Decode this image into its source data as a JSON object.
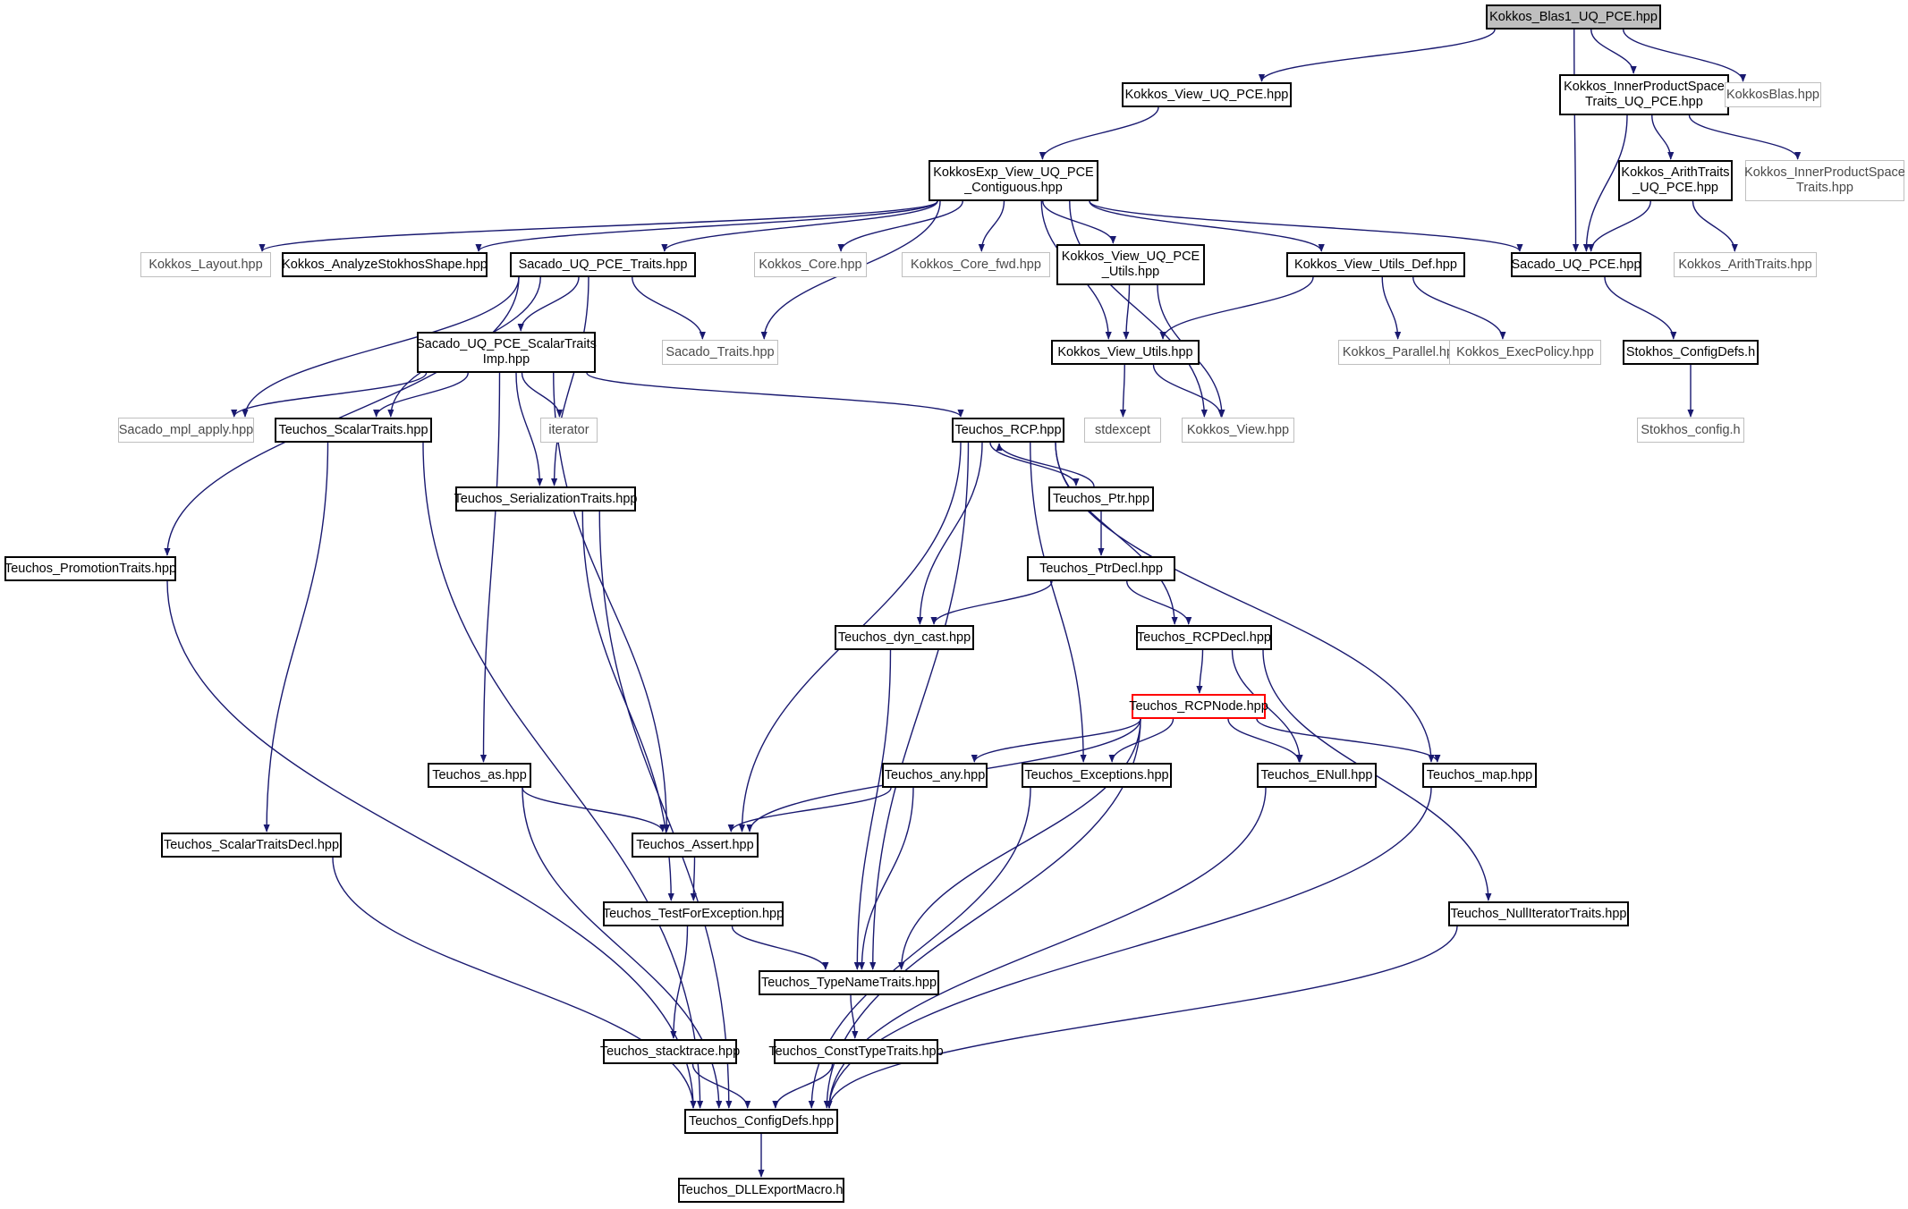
{
  "graph": {
    "edge_color": "#191970",
    "nodes": [
      {
        "id": "root",
        "label": "Kokkos_Blas1_UQ_PCE.hpp",
        "style": "root"
      },
      {
        "id": "view_uq",
        "label": "Kokkos_View_UQ_PCE.hpp",
        "style": "normal"
      },
      {
        "id": "ips_uq",
        "label": "Kokkos_InnerProductSpace\nTraits_UQ_PCE.hpp",
        "style": "normal"
      },
      {
        "id": "kblas",
        "label": "KokkosBlas.hpp",
        "style": "gray"
      },
      {
        "id": "exp_view",
        "label": "KokkosExp_View_UQ_PCE\n_Contiguous.hpp",
        "style": "normal"
      },
      {
        "id": "arith_uq",
        "label": "Kokkos_ArithTraits\n_UQ_PCE.hpp",
        "style": "normal"
      },
      {
        "id": "ips",
        "label": "Kokkos_InnerProductSpace\nTraits.hpp",
        "style": "gray"
      },
      {
        "id": "layout",
        "label": "Kokkos_Layout.hpp",
        "style": "gray"
      },
      {
        "id": "analyze",
        "label": "Kokkos_AnalyzeStokhosShape.hpp",
        "style": "normal"
      },
      {
        "id": "sac_traits",
        "label": "Sacado_UQ_PCE_Traits.hpp",
        "style": "normal"
      },
      {
        "id": "kcore",
        "label": "Kokkos_Core.hpp",
        "style": "gray"
      },
      {
        "id": "kcore_fwd",
        "label": "Kokkos_Core_fwd.hpp",
        "style": "gray"
      },
      {
        "id": "view_uq_utils",
        "label": "Kokkos_View_UQ_PCE\n_Utils.hpp",
        "style": "normal"
      },
      {
        "id": "view_utils_def",
        "label": "Kokkos_View_Utils_Def.hpp",
        "style": "normal"
      },
      {
        "id": "sac_uq",
        "label": "Sacado_UQ_PCE.hpp",
        "style": "normal"
      },
      {
        "id": "karith",
        "label": "Kokkos_ArithTraits.hpp",
        "style": "gray"
      },
      {
        "id": "sac_scalar",
        "label": "Sacado_UQ_PCE_ScalarTraits\nImp.hpp",
        "style": "normal"
      },
      {
        "id": "sac_tr",
        "label": "Sacado_Traits.hpp",
        "style": "gray"
      },
      {
        "id": "view_utils",
        "label": "Kokkos_View_Utils.hpp",
        "style": "normal"
      },
      {
        "id": "kparallel",
        "label": "Kokkos_Parallel.hpp",
        "style": "gray"
      },
      {
        "id": "kexec",
        "label": "Kokkos_ExecPolicy.hpp",
        "style": "gray"
      },
      {
        "id": "stk_cfg",
        "label": "Stokhos_ConfigDefs.h",
        "style": "normal"
      },
      {
        "id": "mpl",
        "label": "Sacado_mpl_apply.hpp",
        "style": "gray"
      },
      {
        "id": "t_scalar",
        "label": "Teuchos_ScalarTraits.hpp",
        "style": "normal"
      },
      {
        "id": "iterator",
        "label": "iterator",
        "style": "gray"
      },
      {
        "id": "t_rcp",
        "label": "Teuchos_RCP.hpp",
        "style": "normal"
      },
      {
        "id": "stdexcept",
        "label": "stdexcept",
        "style": "gray"
      },
      {
        "id": "kview",
        "label": "Kokkos_View.hpp",
        "style": "gray"
      },
      {
        "id": "stk_config",
        "label": "Stokhos_config.h",
        "style": "gray"
      },
      {
        "id": "t_serial",
        "label": "Teuchos_SerializationTraits.hpp",
        "style": "normal"
      },
      {
        "id": "t_ptr",
        "label": "Teuchos_Ptr.hpp",
        "style": "normal"
      },
      {
        "id": "t_promo",
        "label": "Teuchos_PromotionTraits.hpp",
        "style": "normal"
      },
      {
        "id": "t_ptrdecl",
        "label": "Teuchos_PtrDecl.hpp",
        "style": "normal"
      },
      {
        "id": "t_dyn",
        "label": "Teuchos_dyn_cast.hpp",
        "style": "normal"
      },
      {
        "id": "t_rcpdecl",
        "label": "Teuchos_RCPDecl.hpp",
        "style": "normal"
      },
      {
        "id": "t_rcpnode",
        "label": "Teuchos_RCPNode.hpp",
        "style": "red"
      },
      {
        "id": "t_as",
        "label": "Teuchos_as.hpp",
        "style": "normal"
      },
      {
        "id": "t_any",
        "label": "Teuchos_any.hpp",
        "style": "normal"
      },
      {
        "id": "t_exc",
        "label": "Teuchos_Exceptions.hpp",
        "style": "normal"
      },
      {
        "id": "t_enull",
        "label": "Teuchos_ENull.hpp",
        "style": "normal"
      },
      {
        "id": "t_map",
        "label": "Teuchos_map.hpp",
        "style": "normal"
      },
      {
        "id": "t_stdecl",
        "label": "Teuchos_ScalarTraitsDecl.hpp",
        "style": "normal"
      },
      {
        "id": "t_assert",
        "label": "Teuchos_Assert.hpp",
        "style": "normal"
      },
      {
        "id": "t_tfe",
        "label": "Teuchos_TestForException.hpp",
        "style": "normal"
      },
      {
        "id": "t_nullit",
        "label": "Teuchos_NullIteratorTraits.hpp",
        "style": "normal"
      },
      {
        "id": "t_tnt",
        "label": "Teuchos_TypeNameTraits.hpp",
        "style": "normal"
      },
      {
        "id": "t_stack",
        "label": "Teuchos_stacktrace.hpp",
        "style": "normal"
      },
      {
        "id": "t_const",
        "label": "Teuchos_ConstTypeTraits.hpp",
        "style": "normal"
      },
      {
        "id": "t_cfg",
        "label": "Teuchos_ConfigDefs.hpp",
        "style": "normal"
      },
      {
        "id": "t_dll",
        "label": "Teuchos_DLLExportMacro.h",
        "style": "normal"
      }
    ],
    "edges": [
      [
        "root",
        "view_uq"
      ],
      [
        "root",
        "ips_uq"
      ],
      [
        "root",
        "kblas"
      ],
      [
        "root",
        "sac_uq"
      ],
      [
        "view_uq",
        "exp_view"
      ],
      [
        "ips_uq",
        "arith_uq"
      ],
      [
        "ips_uq",
        "ips"
      ],
      [
        "ips_uq",
        "sac_uq"
      ],
      [
        "arith_uq",
        "sac_uq"
      ],
      [
        "arith_uq",
        "karith"
      ],
      [
        "exp_view",
        "layout"
      ],
      [
        "exp_view",
        "analyze"
      ],
      [
        "exp_view",
        "sac_traits"
      ],
      [
        "exp_view",
        "sac_tr"
      ],
      [
        "exp_view",
        "kcore"
      ],
      [
        "exp_view",
        "kcore_fwd"
      ],
      [
        "exp_view",
        "view_uq_utils"
      ],
      [
        "exp_view",
        "view_utils_def"
      ],
      [
        "exp_view",
        "sac_uq"
      ],
      [
        "exp_view",
        "view_utils"
      ],
      [
        "exp_view",
        "kview"
      ],
      [
        "sac_traits",
        "sac_scalar"
      ],
      [
        "sac_traits",
        "sac_tr"
      ],
      [
        "sac_traits",
        "mpl"
      ],
      [
        "sac_traits",
        "t_scalar"
      ],
      [
        "sac_traits",
        "t_promo"
      ],
      [
        "sac_traits",
        "t_serial"
      ],
      [
        "sac_scalar",
        "mpl"
      ],
      [
        "sac_scalar",
        "t_scalar"
      ],
      [
        "sac_scalar",
        "iterator"
      ],
      [
        "sac_scalar",
        "t_serial"
      ],
      [
        "sac_scalar",
        "t_rcp"
      ],
      [
        "sac_scalar",
        "t_as"
      ],
      [
        "sac_scalar",
        "t_assert"
      ],
      [
        "view_uq_utils",
        "view_utils"
      ],
      [
        "view_uq_utils",
        "kview"
      ],
      [
        "view_utils_def",
        "view_utils"
      ],
      [
        "view_utils_def",
        "kparallel"
      ],
      [
        "view_utils_def",
        "kexec"
      ],
      [
        "view_utils",
        "stdexcept"
      ],
      [
        "view_utils",
        "kview"
      ],
      [
        "sac_uq",
        "stk_cfg"
      ],
      [
        "stk_cfg",
        "stk_config"
      ],
      [
        "t_rcp",
        "t_ptr"
      ],
      [
        "t_ptr",
        "t_rcp"
      ],
      [
        "t_rcp",
        "t_dyn"
      ],
      [
        "t_rcp",
        "t_rcpdecl"
      ],
      [
        "t_rcp",
        "t_exc"
      ],
      [
        "t_rcp",
        "t_map"
      ],
      [
        "t_rcp",
        "t_assert"
      ],
      [
        "t_rcp",
        "t_tnt"
      ],
      [
        "t_ptr",
        "t_ptrdecl"
      ],
      [
        "t_ptrdecl",
        "t_dyn"
      ],
      [
        "t_ptrdecl",
        "t_rcpdecl"
      ],
      [
        "t_rcpdecl",
        "t_rcpnode"
      ],
      [
        "t_rcpdecl",
        "t_enull"
      ],
      [
        "t_rcpdecl",
        "t_nullit"
      ],
      [
        "t_rcpnode",
        "t_any"
      ],
      [
        "t_rcpnode",
        "t_exc"
      ],
      [
        "t_rcpnode",
        "t_enull"
      ],
      [
        "t_rcpnode",
        "t_map"
      ],
      [
        "t_rcpnode",
        "t_assert"
      ],
      [
        "t_rcpnode",
        "t_tnt"
      ],
      [
        "t_rcpnode",
        "t_cfg"
      ],
      [
        "t_scalar",
        "t_stdecl"
      ],
      [
        "t_scalar",
        "t_cfg"
      ],
      [
        "t_serial",
        "t_tfe"
      ],
      [
        "t_serial",
        "t_cfg"
      ],
      [
        "t_promo",
        "t_cfg"
      ],
      [
        "t_dyn",
        "t_tnt"
      ],
      [
        "t_as",
        "t_assert"
      ],
      [
        "t_as",
        "t_cfg"
      ],
      [
        "t_any",
        "t_assert"
      ],
      [
        "t_any",
        "t_tnt"
      ],
      [
        "t_exc",
        "t_cfg"
      ],
      [
        "t_enull",
        "t_cfg"
      ],
      [
        "t_map",
        "t_cfg"
      ],
      [
        "t_stdecl",
        "t_cfg"
      ],
      [
        "t_assert",
        "t_tfe"
      ],
      [
        "t_tfe",
        "t_tnt"
      ],
      [
        "t_tfe",
        "t_stack"
      ],
      [
        "t_tnt",
        "t_const"
      ],
      [
        "t_stack",
        "t_cfg"
      ],
      [
        "t_const",
        "t_cfg"
      ],
      [
        "t_nullit",
        "t_cfg"
      ],
      [
        "t_cfg",
        "t_dll"
      ]
    ]
  }
}
